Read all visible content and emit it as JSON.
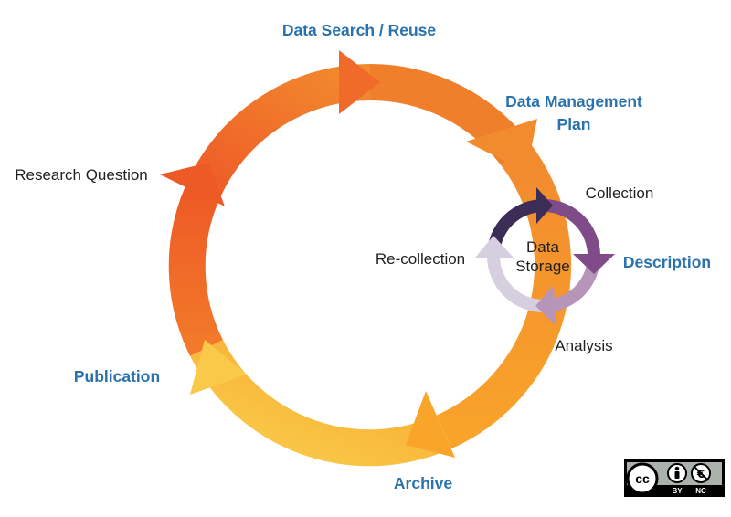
{
  "outer_cycle": {
    "stages": {
      "data_search_reuse": "Data Search / Reuse",
      "data_management_plan_line1": "Data Management",
      "data_management_plan_line2": "Plan",
      "archive": "Archive",
      "publication": "Publication",
      "research_question": "Research Question"
    },
    "colors": {
      "red_orange": "#ef5a24",
      "orange": "#f07f2c",
      "amber": "#f8a92a",
      "yellow": "#f9cc4a"
    }
  },
  "inner_cycle": {
    "center_line1": "Data",
    "center_line2": "Storage",
    "stages": {
      "collection": "Collection",
      "description": "Description",
      "analysis": "Analysis",
      "re_collection": "Re-collection"
    },
    "colors": {
      "dark_purple": "#3c2d57",
      "purple": "#7f4b88",
      "mauve": "#b795b9",
      "lavender": "#d6cfe0"
    }
  },
  "license_badge": {
    "cc": "cc",
    "by": "BY",
    "nc": "NC"
  }
}
